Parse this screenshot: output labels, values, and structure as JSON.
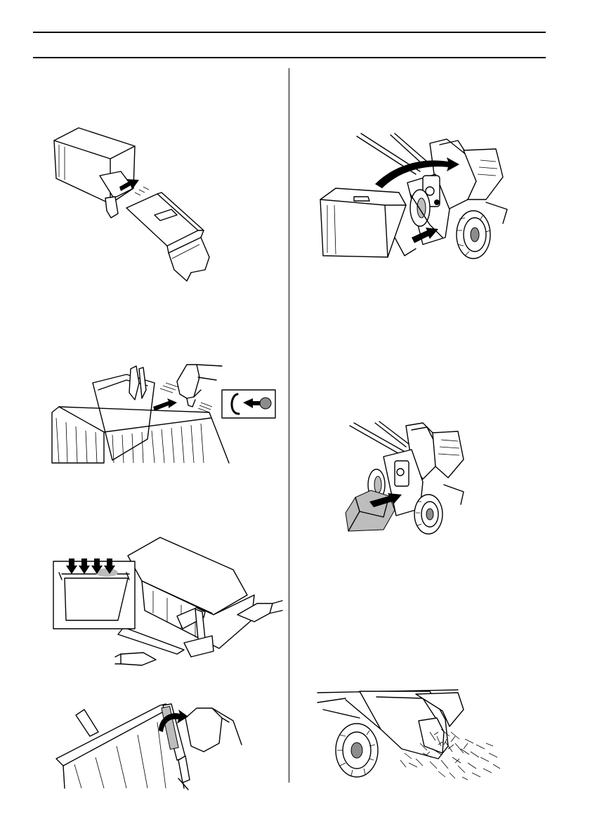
{
  "page": {
    "background": "#ffffff",
    "line_color": "#000000",
    "accent_gray": "#bdbdbd"
  },
  "figures": [
    {
      "id": "fig-1",
      "depicts": "grass-catcher-frame-assembly"
    },
    {
      "id": "fig-2",
      "depicts": "catcher-bag-clip-attachment"
    },
    {
      "id": "fig-3",
      "depicts": "catcher-bag-pressing-clips"
    },
    {
      "id": "fig-4",
      "depicts": "catcher-bag-strap-fold"
    },
    {
      "id": "fig-5",
      "depicts": "catcher-mounting-on-mower"
    },
    {
      "id": "fig-6",
      "depicts": "side-discharge-deflector-mounting"
    },
    {
      "id": "fig-7",
      "depicts": "grass-clippings-discharge"
    }
  ],
  "icons": [
    "clip-detail-icon",
    "pointer-arrow-icon",
    "rotation-arrow-icon",
    "push-arrow-icon"
  ]
}
